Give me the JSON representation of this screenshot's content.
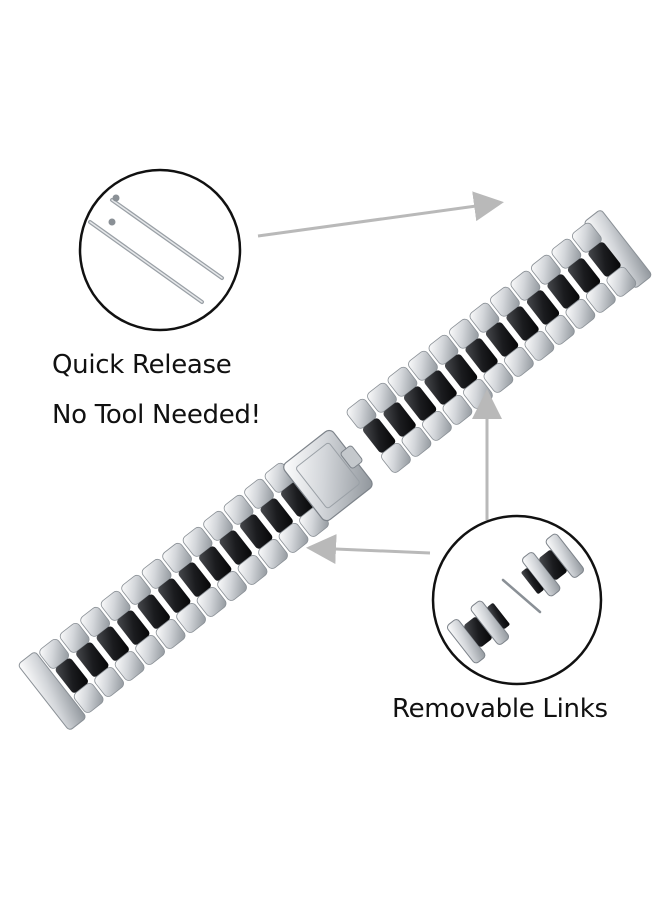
{
  "labels": {
    "quick_release": "Quick Release",
    "no_tool": "No Tool Needed!",
    "removable_links": "Removable Links"
  },
  "colors": {
    "background": "#ffffff",
    "silver_light": "#eef0f2",
    "silver_mid": "#c4c8cc",
    "silver_dark": "#8a9096",
    "black_link": "#1e1f22",
    "arrow": "#b9b9b9",
    "callout_circle": "#111111"
  },
  "icons": {
    "watch_band": "metal-link-watch-band",
    "spring_bars": "spring-bar-pins",
    "links_detail": "removable-links-detail"
  }
}
